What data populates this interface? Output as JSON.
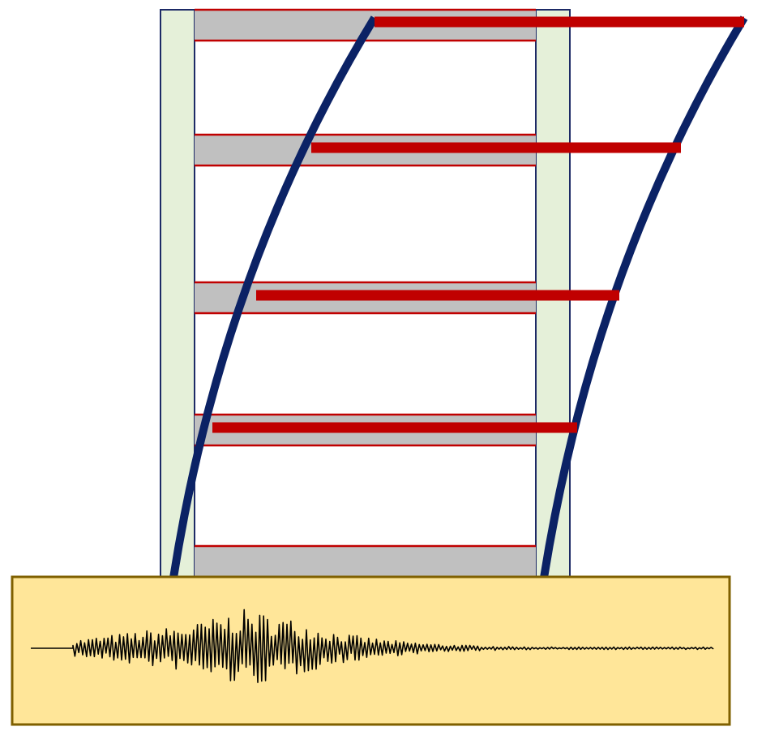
{
  "diagram": {
    "storeys": 5,
    "colors": {
      "column_fill": "#e5f0d9",
      "column_stroke": "#1d2a66",
      "floor_fill": "#c0c0c0",
      "floor_stroke": "#c00000",
      "deformed_frame": "#0b2265",
      "deformed_beam": "#c00000",
      "ground_fill": "#ffe699",
      "ground_stroke": "#7f6000",
      "seismogram": "#000000"
    },
    "icons": [
      "building-frame",
      "deformed-frame",
      "ground-block",
      "seismogram-trace"
    ]
  }
}
